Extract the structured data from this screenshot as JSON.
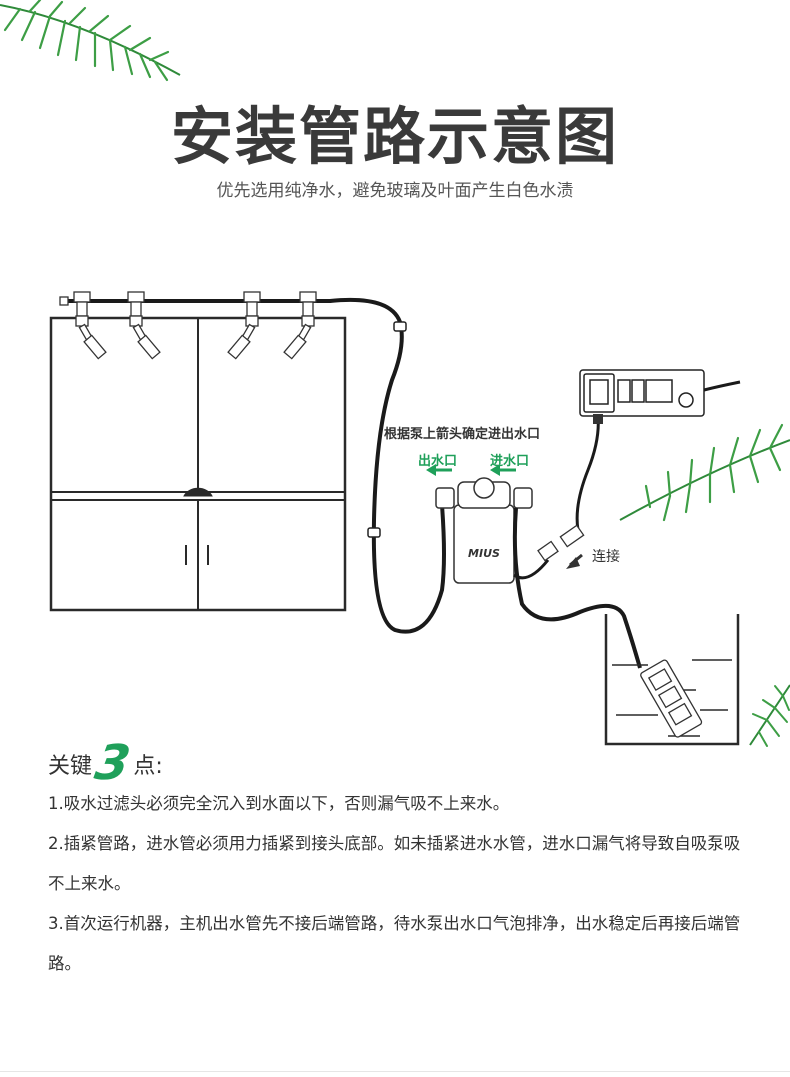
{
  "header": {
    "title": "安装管路示意图",
    "subtitle": "优先选用纯净水，避免玻璃及叶面产生白色水渍"
  },
  "diagram": {
    "arrow_note": "根据泵上箭头确定进出水口",
    "outlet_label": "出水口",
    "inlet_label": "进水口",
    "pump_brand": "MIUS",
    "connect_label": "连接",
    "accent_color": "#1fa05a"
  },
  "keypoints": {
    "heading_prefix": "关键",
    "heading_number": "3",
    "heading_suffix": "点:",
    "items": [
      "1.吸水过滤头必须完全沉入到水面以下，否则漏气吸不上来水。",
      "2.插紧管路，进水管必须用力插紧到接头底部。如未插紧进水水管，进水口漏气将导致自吸泵吸不上来水。",
      "3.首次运行机器，主机出水管先不接后端管路，待水泵出水口气泡排净，出水稳定后再接后端管路。"
    ]
  }
}
